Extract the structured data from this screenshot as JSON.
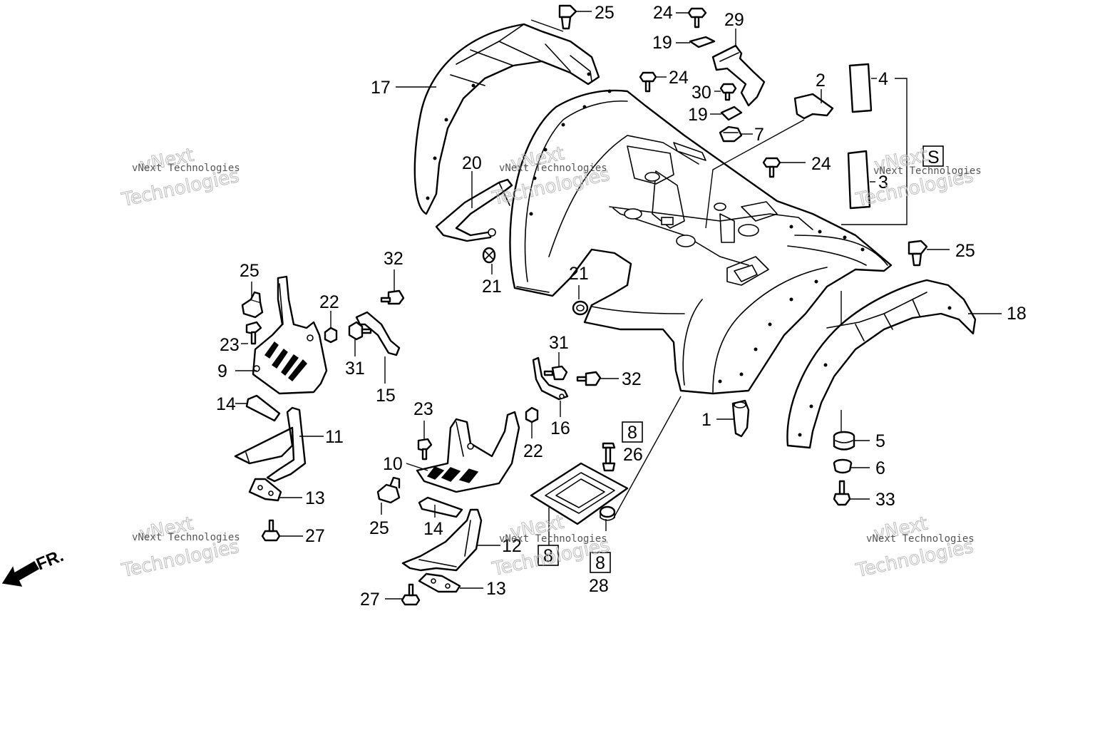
{
  "diagram": {
    "callouts": [
      {
        "id": "p1",
        "label": "1"
      },
      {
        "id": "p2",
        "label": "2"
      },
      {
        "id": "p3",
        "label": "3"
      },
      {
        "id": "p4",
        "label": "4"
      },
      {
        "id": "p5",
        "label": "5"
      },
      {
        "id": "p6",
        "label": "6"
      },
      {
        "id": "p7",
        "label": "7"
      },
      {
        "id": "p8a",
        "label": "8"
      },
      {
        "id": "p8b",
        "label": "8"
      },
      {
        "id": "p8c",
        "label": "8"
      },
      {
        "id": "p9",
        "label": "9"
      },
      {
        "id": "p10",
        "label": "10"
      },
      {
        "id": "p11",
        "label": "11"
      },
      {
        "id": "p12",
        "label": "12"
      },
      {
        "id": "p13a",
        "label": "13"
      },
      {
        "id": "p13b",
        "label": "13"
      },
      {
        "id": "p14a",
        "label": "14"
      },
      {
        "id": "p14b",
        "label": "14"
      },
      {
        "id": "p15",
        "label": "15"
      },
      {
        "id": "p16",
        "label": "16"
      },
      {
        "id": "p17",
        "label": "17"
      },
      {
        "id": "p18",
        "label": "18"
      },
      {
        "id": "p19a",
        "label": "19"
      },
      {
        "id": "p19b",
        "label": "19"
      },
      {
        "id": "p20",
        "label": "20"
      },
      {
        "id": "p21a",
        "label": "21"
      },
      {
        "id": "p21b",
        "label": "21"
      },
      {
        "id": "p22a",
        "label": "22"
      },
      {
        "id": "p22b",
        "label": "22"
      },
      {
        "id": "p23a",
        "label": "23"
      },
      {
        "id": "p23b",
        "label": "23"
      },
      {
        "id": "p24a",
        "label": "24"
      },
      {
        "id": "p24b",
        "label": "24"
      },
      {
        "id": "p24c",
        "label": "24"
      },
      {
        "id": "p25a",
        "label": "25"
      },
      {
        "id": "p25b",
        "label": "25"
      },
      {
        "id": "p25c",
        "label": "25"
      },
      {
        "id": "p25d",
        "label": "25"
      },
      {
        "id": "p26",
        "label": "26"
      },
      {
        "id": "p27a",
        "label": "27"
      },
      {
        "id": "p27b",
        "label": "27"
      },
      {
        "id": "p28",
        "label": "28"
      },
      {
        "id": "p29",
        "label": "29"
      },
      {
        "id": "p30",
        "label": "30"
      },
      {
        "id": "p31a",
        "label": "31"
      },
      {
        "id": "p31b",
        "label": "31"
      },
      {
        "id": "p32a",
        "label": "32"
      },
      {
        "id": "p32b",
        "label": "32"
      },
      {
        "id": "p33",
        "label": "33"
      },
      {
        "id": "pS",
        "label": "S"
      }
    ],
    "direction_label": "FR.",
    "watermark": {
      "small": "vNext Technologies",
      "big_top": "vNext",
      "big_bottom": "Technologies"
    }
  }
}
